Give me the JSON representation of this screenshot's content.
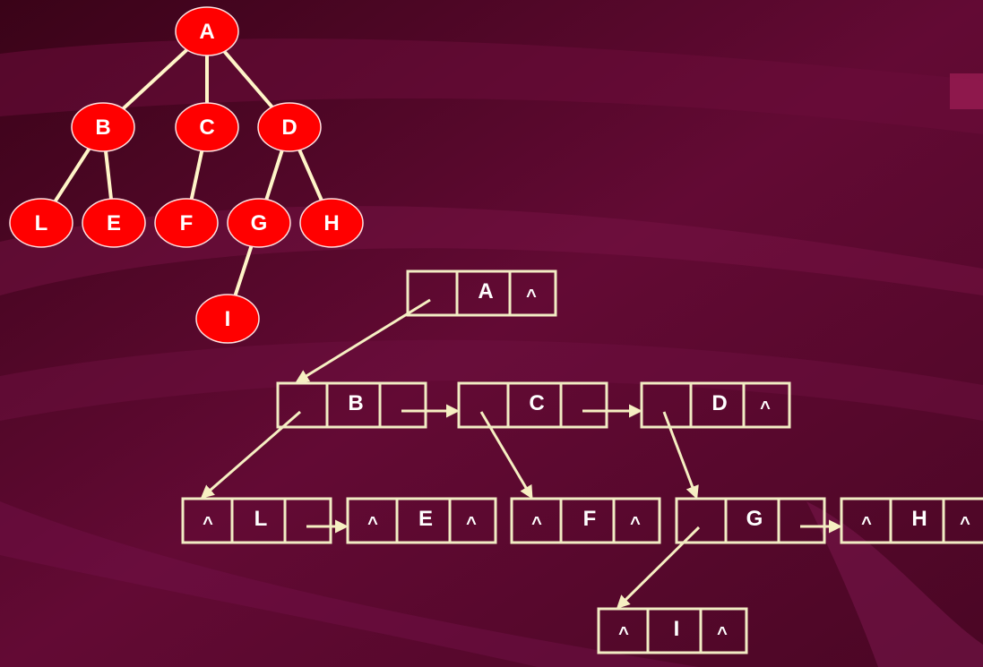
{
  "colors": {
    "background": "#5a0a2c",
    "node_fill": "#ff0000",
    "line": "#fff5c8"
  },
  "tree": {
    "nodes": [
      "A",
      "B",
      "C",
      "D",
      "L",
      "E",
      "F",
      "G",
      "H",
      "I"
    ],
    "edges": [
      [
        "A",
        "B"
      ],
      [
        "A",
        "C"
      ],
      [
        "A",
        "D"
      ],
      [
        "B",
        "L"
      ],
      [
        "B",
        "E"
      ],
      [
        "C",
        "F"
      ],
      [
        "D",
        "G"
      ],
      [
        "D",
        "H"
      ],
      [
        "G",
        "I"
      ]
    ]
  },
  "list_nodes": [
    {
      "id": "A",
      "label": "A",
      "child_null": false,
      "sibling_null": true
    },
    {
      "id": "B",
      "label": "B",
      "child_null": false,
      "sibling_null": false
    },
    {
      "id": "C",
      "label": "C",
      "child_null": false,
      "sibling_null": false
    },
    {
      "id": "D",
      "label": "D",
      "child_null": false,
      "sibling_null": true
    },
    {
      "id": "L",
      "label": "L",
      "child_null": true,
      "sibling_null": false
    },
    {
      "id": "E",
      "label": "E",
      "child_null": true,
      "sibling_null": true
    },
    {
      "id": "F",
      "label": "F",
      "child_null": true,
      "sibling_null": true
    },
    {
      "id": "G",
      "label": "G",
      "child_null": false,
      "sibling_null": false
    },
    {
      "id": "H",
      "label": "H",
      "child_null": true,
      "sibling_null": true
    },
    {
      "id": "I",
      "label": "I",
      "child_null": true,
      "sibling_null": true
    }
  ],
  "null_symbol": "^",
  "links": {
    "child": [
      [
        "A",
        "B"
      ],
      [
        "B",
        "L"
      ],
      [
        "C",
        "F"
      ],
      [
        "D",
        "G"
      ],
      [
        "G",
        "I"
      ]
    ],
    "sibling": [
      [
        "B",
        "C"
      ],
      [
        "C",
        "D"
      ],
      [
        "L",
        "E"
      ],
      [
        "G",
        "H"
      ]
    ]
  }
}
